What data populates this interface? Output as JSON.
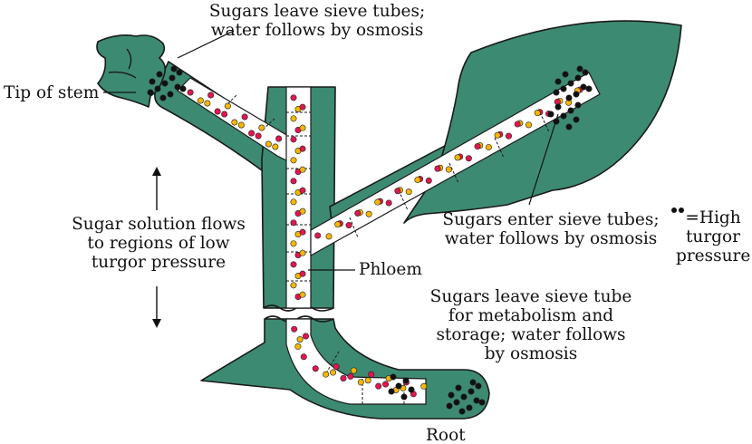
{
  "labels": {
    "top_line1": "Sugars leave sieve tubes;",
    "top_line2": "water follows by osmosis",
    "tip_of_stem": "Tip of stem",
    "flow_line1": "Sugar solution flows",
    "flow_line2": "to regions of low",
    "flow_line3": "turgor pressure",
    "enter_line1": "Sugars enter sieve tubes;",
    "enter_line2": "water follows by osmosis",
    "high_line1": "=High",
    "high_line2": "turgor",
    "high_line3": "pressure",
    "phloem": "Phloem",
    "leave_line1": "Sugars leave sieve tube",
    "leave_line2": "for metabolism and",
    "leave_line3": "storage; water follows",
    "leave_line4": "by osmosis",
    "root": "Root"
  },
  "colors": {
    "plant_green": "#3d8a72",
    "outline": "#1a1a1a",
    "sieve_tube": "#ffffff",
    "sugar_red": "#e0174f",
    "sugar_yellow": "#f2b705",
    "water_black": "#111111"
  }
}
